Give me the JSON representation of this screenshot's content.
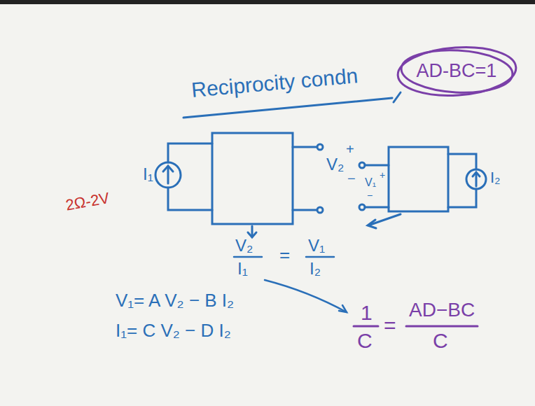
{
  "diagram": {
    "title": "Reciprocity condn",
    "nodes": [
      {
        "text": [
          "AD-BC=1"
        ]
      }
    ],
    "labels": [
      "I₁",
      "V₂",
      "+",
      "−",
      "V₁",
      "+",
      "−",
      "I₂",
      "2Ω-2V",
      "V₂",
      "I₁",
      "=",
      "V₁",
      "I₂",
      "V₁= A V₂ − B I₂",
      "I₁= C V₂ − D I₂",
      "1",
      "C",
      "=",
      "AD−BC",
      "C"
    ]
  }
}
